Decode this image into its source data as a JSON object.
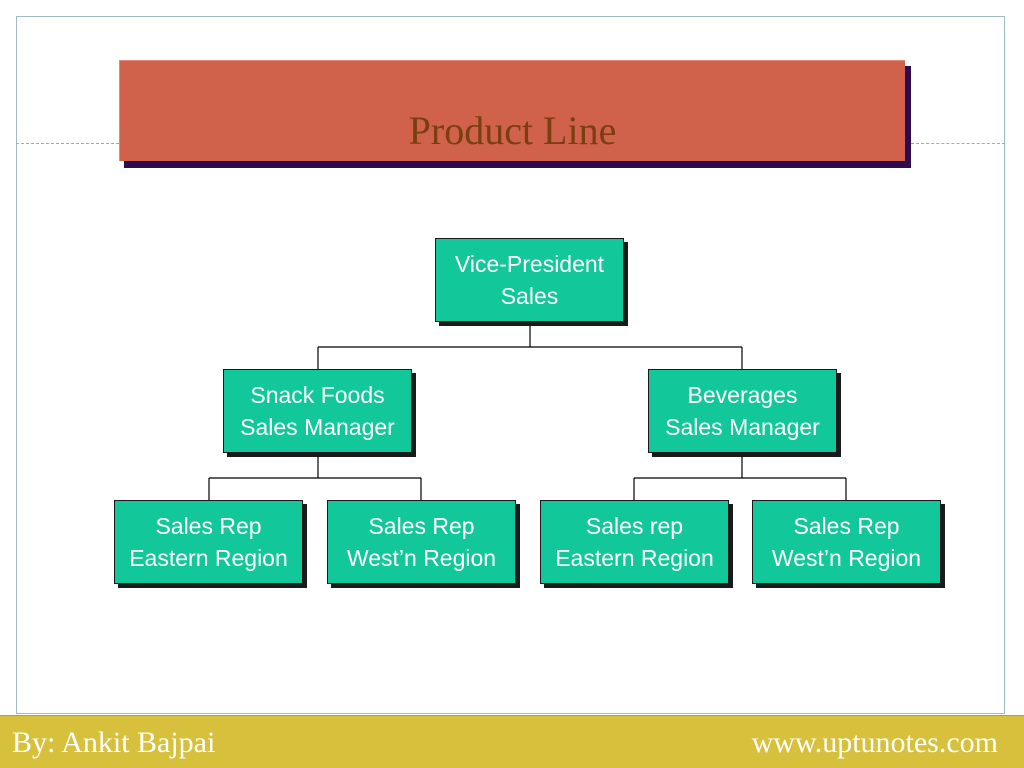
{
  "slide": {
    "title": "Product Line"
  },
  "org_chart": {
    "root": {
      "line1": "Vice-President",
      "line2": "Sales"
    },
    "managers": [
      {
        "line1": "Snack Foods",
        "line2": "Sales Manager"
      },
      {
        "line1": "Beverages",
        "line2": "Sales Manager"
      }
    ],
    "reps": [
      {
        "line1": "Sales Rep",
        "line2": "Eastern Region"
      },
      {
        "line1": "Sales Rep",
        "line2": "West’n Region"
      },
      {
        "line1": "Sales rep",
        "line2": "Eastern Region"
      },
      {
        "line1": "Sales Rep",
        "line2": "West’n Region"
      }
    ]
  },
  "footer": {
    "author": "By: Ankit Bajpai",
    "website": "www.uptunotes.com"
  },
  "colors": {
    "title_bar": "#d0614a",
    "title_text": "#7a3f10",
    "node_fill": "#12c79a",
    "footer_bar": "#d7c03c"
  }
}
